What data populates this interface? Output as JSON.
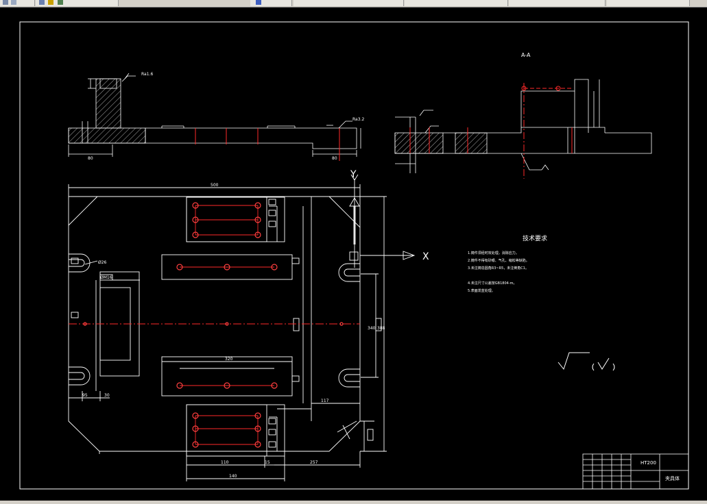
{
  "toolbar": {
    "tabs": [
      "",
      "",
      "",
      ""
    ]
  },
  "drawing": {
    "title_section": "A-A",
    "tech_req_title": "技术要求",
    "tech_req_lines": [
      "1.铸件须经时效处理，消除应力。",
      "2.铸件不得有砂眼、气孔、缩松等缺陷。",
      "3.未注铸造圆角R3~R5，未注倒角C1。",
      "4.未注尺寸公差按GB1804-m。",
      "5.表面发蓝处理。"
    ],
    "axis_y": "Y",
    "axis_x": "X",
    "title_block_name": "夹具体",
    "title_block_material": "HT200",
    "dims_top": [
      "80",
      "80",
      "Ra1.6",
      "Ra3.2"
    ],
    "dims_main_w": "500",
    "dims_left": [
      "Ø26",
      "95",
      "30",
      "ØM16"
    ],
    "dims_right": [
      "388",
      "340",
      "117"
    ],
    "dims_bottom": [
      "110",
      "15",
      "257",
      "140"
    ],
    "dim_center_slot": "320",
    "colors": {
      "background": "#000000",
      "lines": "#ffffff",
      "center": "#ff2a2a",
      "holes": "#ff4040"
    }
  }
}
